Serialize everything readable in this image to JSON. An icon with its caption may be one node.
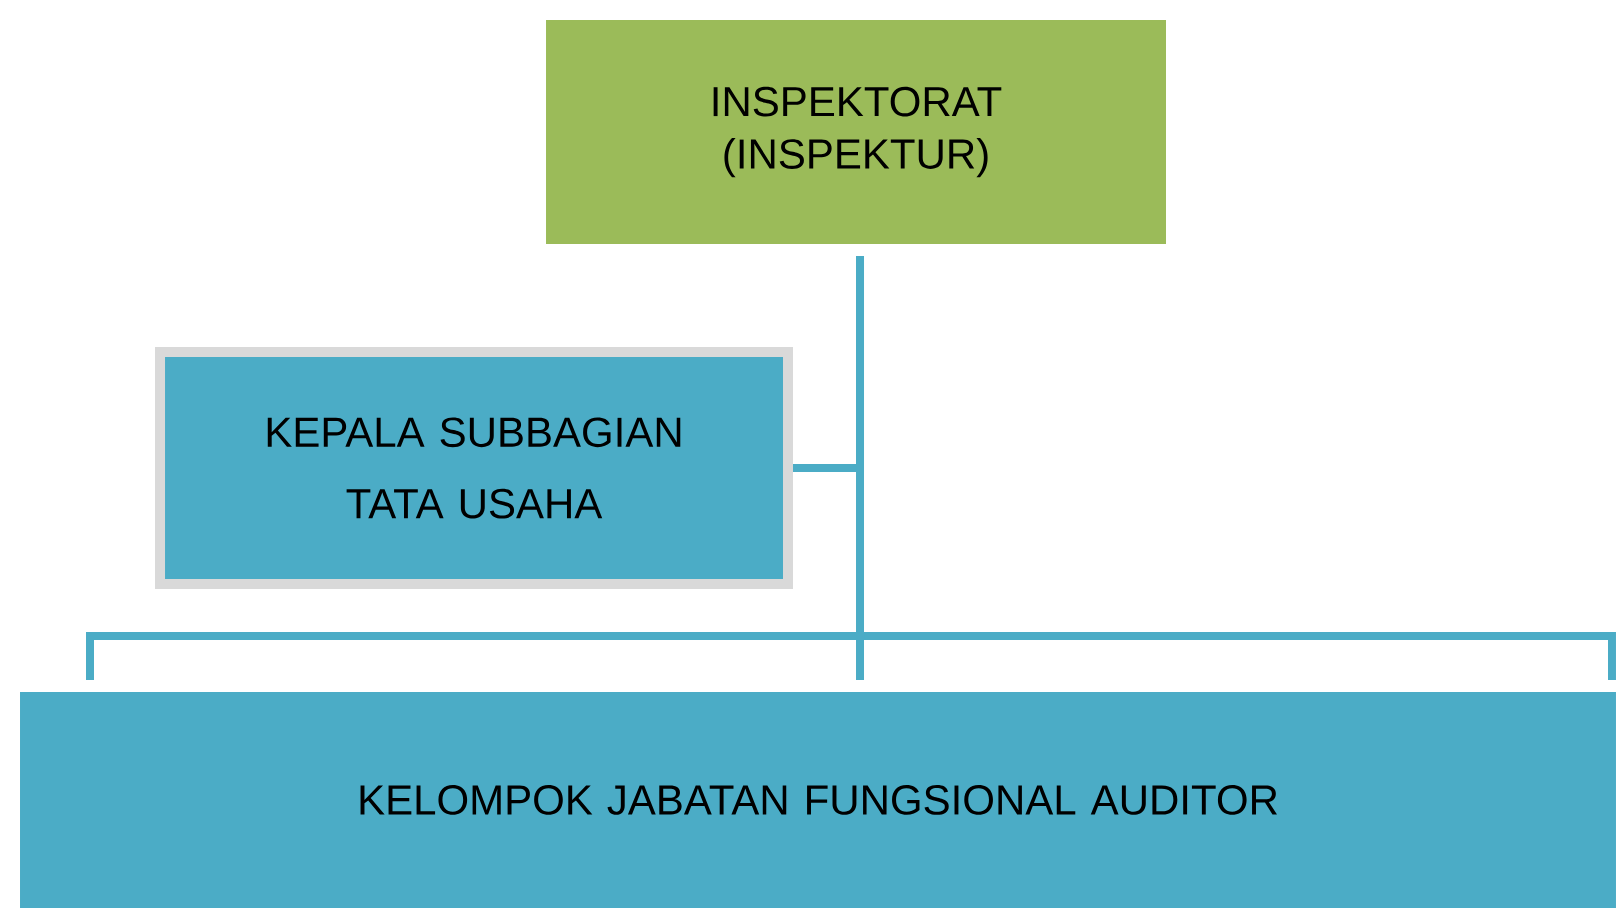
{
  "diagram": {
    "nodes": [
      {
        "text": [
          "INSPEKTORAT (INSPEKTUR)"
        ]
      },
      {
        "text": [
          "KEPALA SUBBAGIAN TATA USAHA"
        ]
      },
      {
        "text": [
          "KELOMPOK JABATAN FUNGSIONAL AUDITOR"
        ]
      }
    ],
    "edges": [
      {
        "from": 0,
        "to": 1,
        "arrow": "none"
      },
      {
        "from": 0,
        "to": 2,
        "arrow": "none"
      }
    ]
  }
}
